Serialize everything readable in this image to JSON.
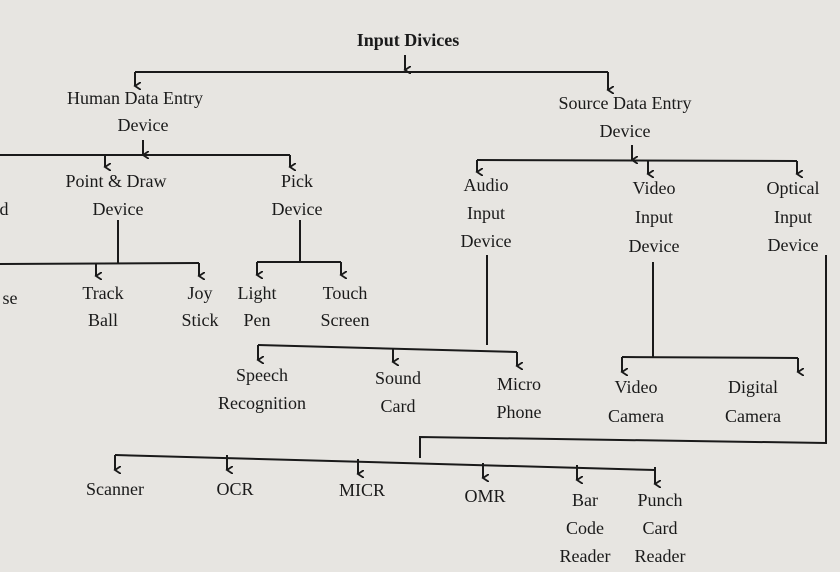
{
  "root": {
    "label": "Input Divices"
  },
  "human": {
    "line1": "Human Data Entry",
    "line2": "Device",
    "keyboard_partial": "d",
    "point_draw": {
      "line1": "Point & Draw",
      "line2": "Device",
      "mouse_partial": "se",
      "track_ball": [
        "Track",
        "Ball"
      ],
      "joy_stick": [
        "Joy",
        "Stick"
      ]
    },
    "pick": {
      "line1": "Pick",
      "line2": "Device",
      "light_pen": [
        "Light",
        "Pen"
      ],
      "touch_screen": [
        "Touch",
        "Screen"
      ]
    }
  },
  "source": {
    "line1": "Source Data Entry",
    "line2": "Device",
    "audio": {
      "lines": [
        "Audio",
        "Input",
        "Device"
      ],
      "speech": [
        "Speech",
        "Recognition"
      ],
      "sound_card": [
        "Sound",
        "Card"
      ],
      "micro_phone": [
        "Micro",
        "Phone"
      ]
    },
    "video": {
      "lines": [
        "Video",
        "Input",
        "Device"
      ],
      "video_camera": [
        "Video",
        "Camera"
      ],
      "digital_camera": [
        "Digital",
        "Camera"
      ]
    },
    "optical": {
      "lines": [
        "Optical",
        "Input",
        "Device"
      ],
      "scanner": "Scanner",
      "ocr": "OCR",
      "micr": "MICR",
      "omr": "OMR",
      "bar_code": [
        "Bar",
        "Code",
        "Reader"
      ],
      "punch_card": [
        "Punch",
        "Card",
        "Reader"
      ]
    }
  }
}
